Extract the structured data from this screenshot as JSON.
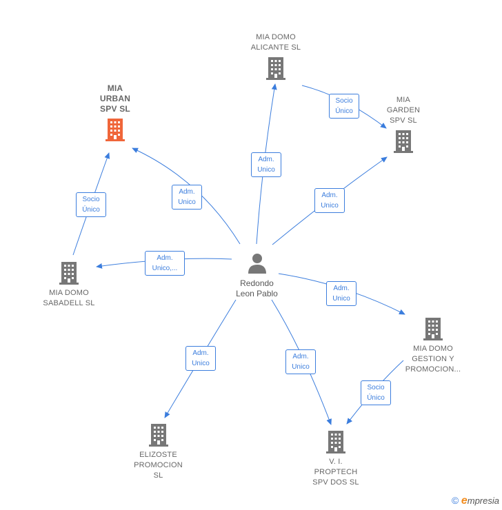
{
  "colors": {
    "edge": "#3b7ddd",
    "building": "#777777",
    "highlight": "#f0663a"
  },
  "center": {
    "label": "Redondo\nLeon Pablo",
    "icon": "person-icon"
  },
  "nodes": [
    {
      "id": "mia_urban",
      "label": "MIA\nURBAN\nSPV  SL",
      "icon": "building-icon",
      "highlight": true
    },
    {
      "id": "mia_alicante",
      "label": "MIA DOMO\nALICANTE  SL",
      "icon": "building-icon"
    },
    {
      "id": "mia_garden",
      "label": "MIA\nGARDEN\nSPV  SL",
      "icon": "building-icon"
    },
    {
      "id": "mia_sabadell",
      "label": "MIA DOMO\nSABADELL  SL",
      "icon": "building-icon"
    },
    {
      "id": "mia_gestion",
      "label": "MIA DOMO\nGESTION Y\nPROMOCION...",
      "icon": "building-icon"
    },
    {
      "id": "elizoste",
      "label": "ELIZOSTE\nPROMOCION\nSL",
      "icon": "building-icon"
    },
    {
      "id": "vi_proptech",
      "label": "V. I.\nPROPTECH\nSPV DOS  SL",
      "icon": "building-icon"
    }
  ],
  "edges": [
    {
      "id": "e1",
      "label": "Adm.\nUnico"
    },
    {
      "id": "e2",
      "label": "Adm.\nUnico"
    },
    {
      "id": "e3",
      "label": "Adm.\nUnico"
    },
    {
      "id": "e4",
      "label": "Adm.\nUnico,..."
    },
    {
      "id": "e5",
      "label": "Adm.\nUnico"
    },
    {
      "id": "e6",
      "label": "Adm.\nUnico"
    },
    {
      "id": "e7",
      "label": "Adm.\nUnico"
    },
    {
      "id": "e8",
      "label": "Socio\nÚnico"
    },
    {
      "id": "e9",
      "label": "Socio\nÚnico"
    },
    {
      "id": "e10",
      "label": "Socio\nÚnico"
    }
  ],
  "footer": {
    "copyright": "©",
    "brand_initial": "e",
    "brand_rest": "mpresia"
  }
}
